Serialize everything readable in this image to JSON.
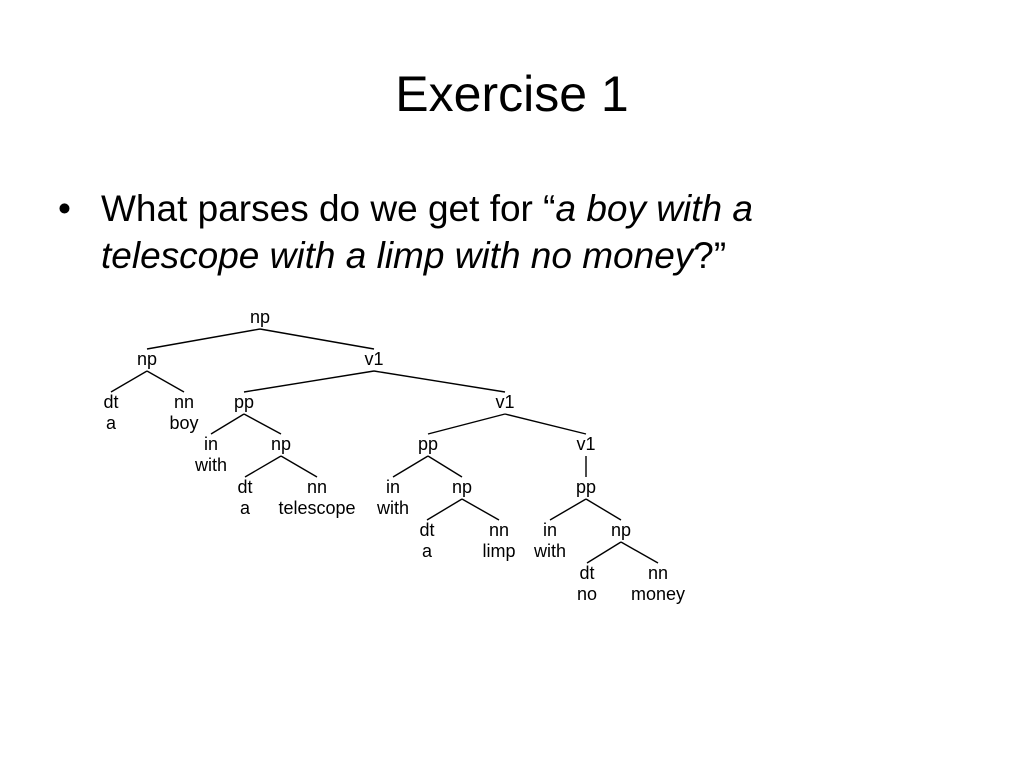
{
  "title": "Exercise 1",
  "bullet": {
    "symbol": "•",
    "prefix": "What parses do we get for “",
    "phrase_part1": "a boy with a",
    "phrase_part2": "telescope with a limp with no money",
    "suffix": "?”"
  },
  "tree": {
    "nodes": [
      {
        "id": "n0",
        "label": "np"
      },
      {
        "id": "n1",
        "label": "np"
      },
      {
        "id": "n2",
        "label": "v1"
      },
      {
        "id": "n3",
        "label": "dt",
        "word": "a"
      },
      {
        "id": "n4",
        "label": "nn",
        "word": "boy"
      },
      {
        "id": "n5",
        "label": "pp"
      },
      {
        "id": "n6",
        "label": "v1"
      },
      {
        "id": "n7",
        "label": "in",
        "word": "with"
      },
      {
        "id": "n8",
        "label": "np"
      },
      {
        "id": "n9",
        "label": "dt",
        "word": "a"
      },
      {
        "id": "n10",
        "label": "nn",
        "word": "telescope"
      },
      {
        "id": "n11",
        "label": "pp"
      },
      {
        "id": "n12",
        "label": "v1"
      },
      {
        "id": "n13",
        "label": "in",
        "word": "with"
      },
      {
        "id": "n14",
        "label": "np"
      },
      {
        "id": "n15",
        "label": "dt",
        "word": "a"
      },
      {
        "id": "n16",
        "label": "nn",
        "word": "limp"
      },
      {
        "id": "n17",
        "label": "pp"
      },
      {
        "id": "n18",
        "label": "in",
        "word": "with"
      },
      {
        "id": "n19",
        "label": "np"
      },
      {
        "id": "n20",
        "label": "dt",
        "word": "no"
      },
      {
        "id": "n21",
        "label": "nn",
        "word": "money"
      }
    ],
    "edges": [
      [
        "n0",
        "n1"
      ],
      [
        "n0",
        "n2"
      ],
      [
        "n1",
        "n3"
      ],
      [
        "n1",
        "n4"
      ],
      [
        "n2",
        "n5"
      ],
      [
        "n2",
        "n6"
      ],
      [
        "n5",
        "n7"
      ],
      [
        "n5",
        "n8"
      ],
      [
        "n8",
        "n9"
      ],
      [
        "n8",
        "n10"
      ],
      [
        "n6",
        "n11"
      ],
      [
        "n6",
        "n12"
      ],
      [
        "n11",
        "n13"
      ],
      [
        "n11",
        "n14"
      ],
      [
        "n14",
        "n15"
      ],
      [
        "n14",
        "n16"
      ],
      [
        "n12",
        "n17"
      ],
      [
        "n17",
        "n18"
      ],
      [
        "n17",
        "n19"
      ],
      [
        "n19",
        "n20"
      ],
      [
        "n19",
        "n21"
      ]
    ]
  }
}
